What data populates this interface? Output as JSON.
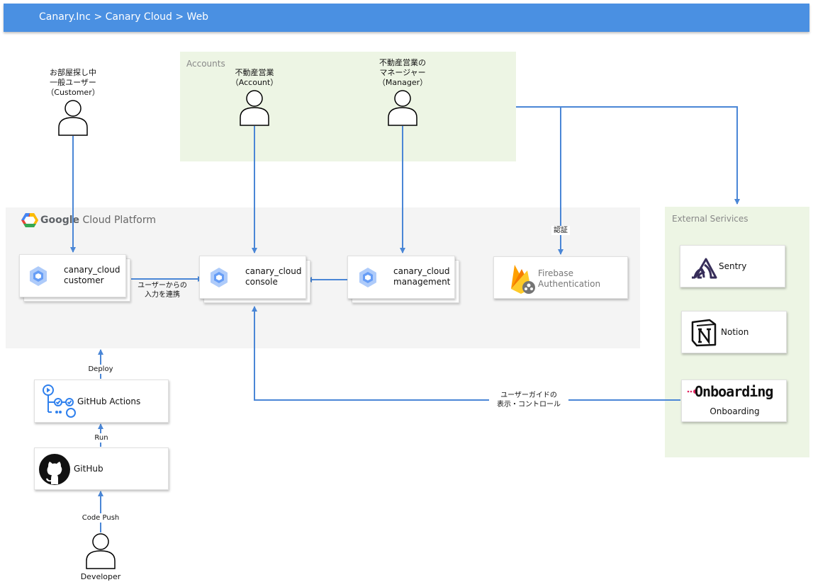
{
  "header": {
    "breadcrumb": "Canary.Inc > Canary Cloud > Web"
  },
  "zones": {
    "accounts": "Accounts",
    "gcp_brand": "Google",
    "gcp_product": "Cloud Platform",
    "external": "External Serivices"
  },
  "actors": {
    "customer": "お部屋探し中\n一般ユーザー\n（Customer）",
    "account": "不動産営業\n（Account）",
    "manager": "不動産営業の\nマネージャー\n（Manager）",
    "developer": "Developer"
  },
  "services": {
    "customer": {
      "line1": "canary_cloud",
      "line2": "customer"
    },
    "console": {
      "line1": "canary_cloud",
      "line2": "console"
    },
    "management": {
      "line1": "canary_cloud",
      "line2": "management"
    },
    "firebase": {
      "line1": "Firebase",
      "line2": "Authentication"
    },
    "github_actions": "GitHub Actions",
    "github": "GitHub",
    "sentry": "Sentry",
    "notion": "Notion",
    "onboarding_logo": "Onboarding",
    "onboarding": "Onboarding"
  },
  "edge_labels": {
    "customer_to_console": "ユーザーからの\n入力を連携",
    "auth": "認証",
    "deploy": "Deploy",
    "run": "Run",
    "code_push": "Code Push",
    "user_guide": "ユーザーガイドの\n表示・コントロール"
  },
  "colors": {
    "header": "#4a90e2",
    "edge": "#4a86d6",
    "zone_green": "#edf5e4",
    "zone_gray": "#f4f4f4"
  }
}
